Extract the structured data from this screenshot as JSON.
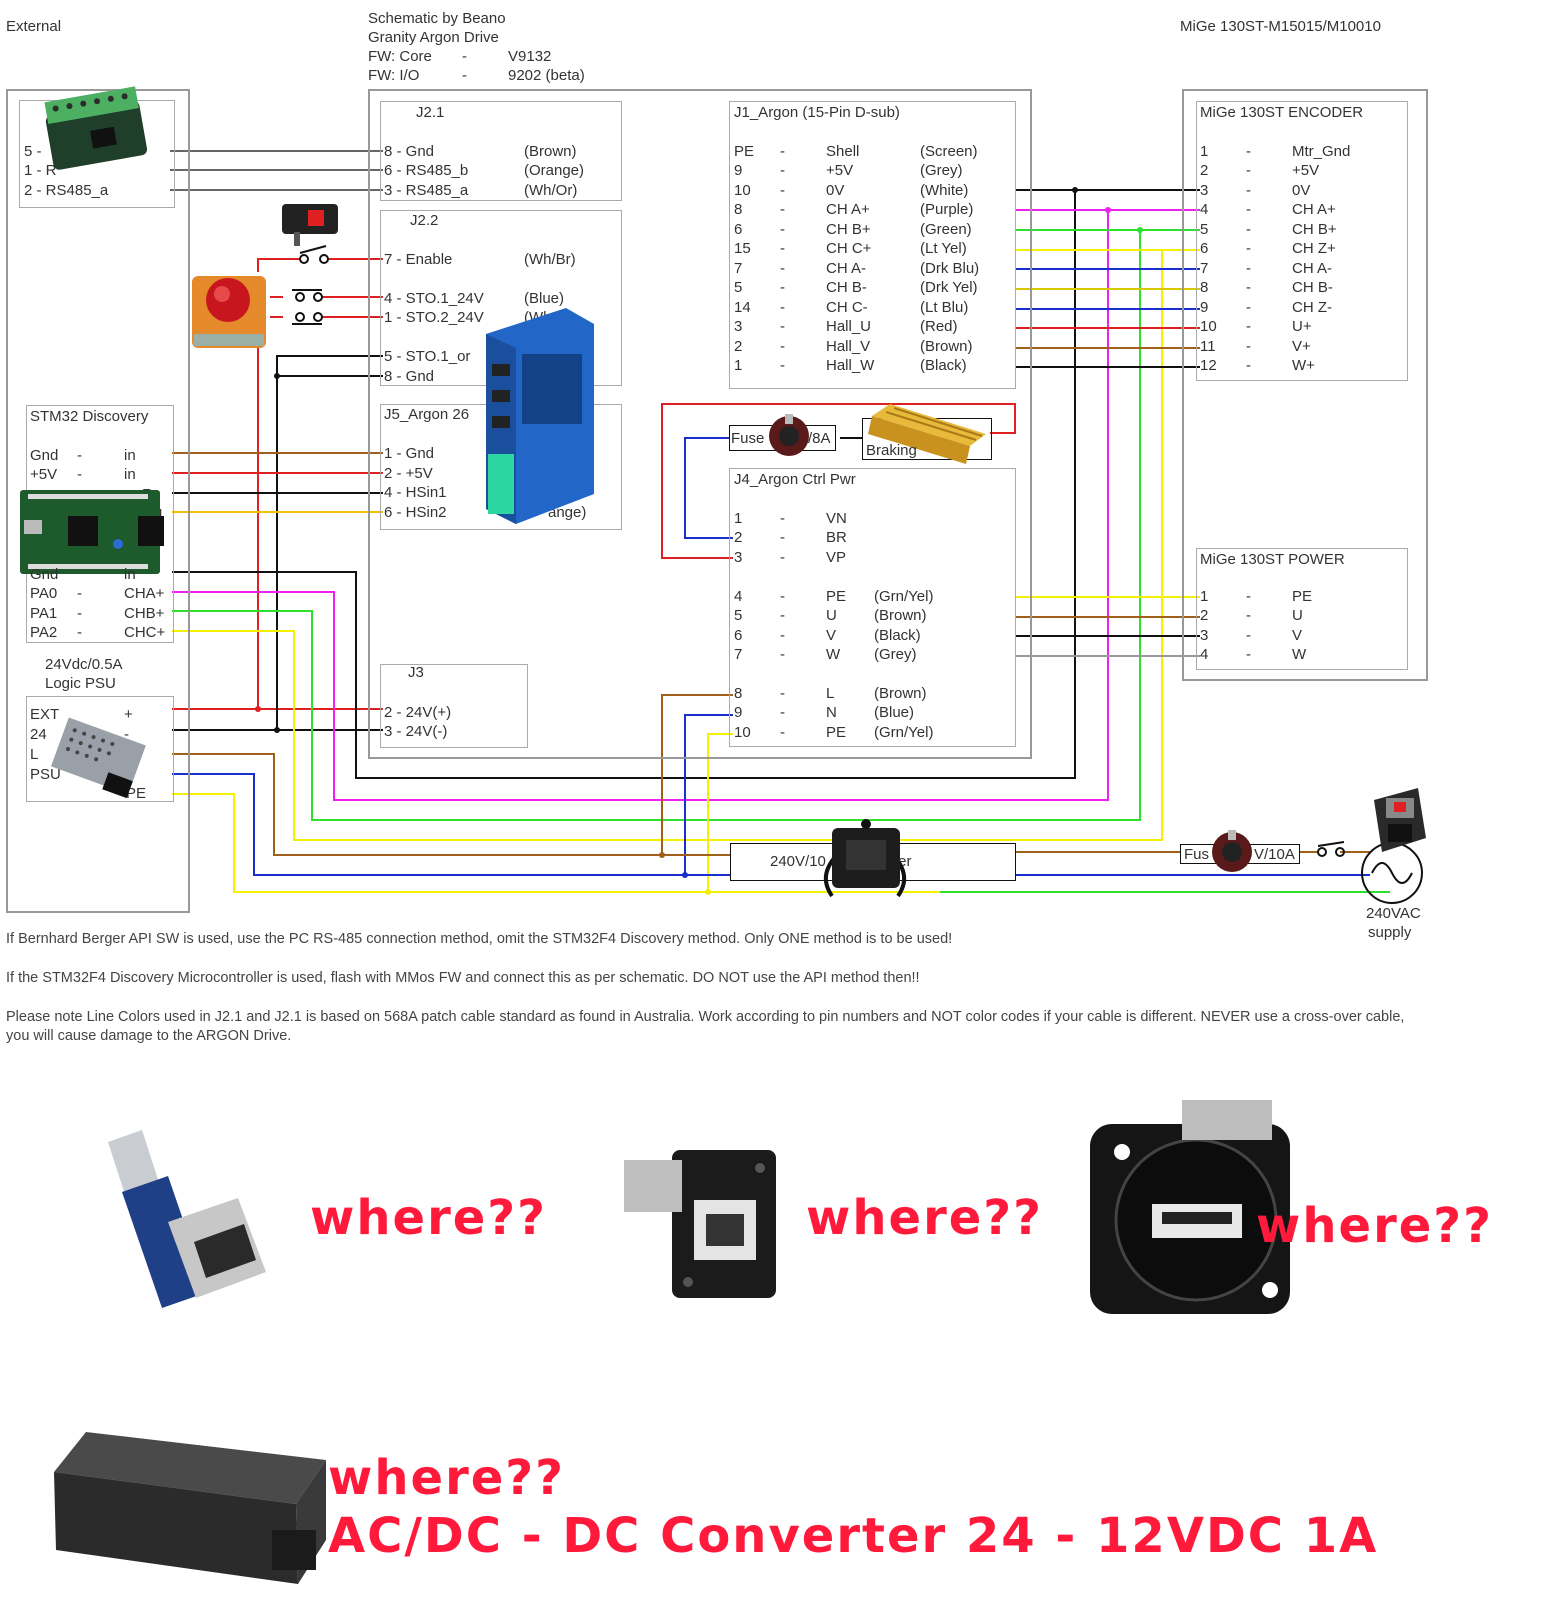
{
  "header": {
    "left_label": "External",
    "credit": "Schematic by Beano",
    "drive": "Granity Argon Drive",
    "fw_core_label": "FW: Core",
    "fw_core_dash": "-",
    "fw_core_value": "V9132",
    "fw_io_label": "FW: I/O",
    "fw_io_dash": "-",
    "fw_io_value": "9202 (beta)",
    "motor_model": "MiGe 130ST-M15015/M10010"
  },
  "left_panel": {
    "api_rows": [
      "5 -",
      "1 - R",
      "2 - RS485_a"
    ],
    "stm32_title": "STM32 Discovery",
    "stm32_rows": [
      {
        "pin": "Gnd",
        "dir": "in"
      },
      {
        "pin": "+5V",
        "dir": "in"
      },
      {
        "pin": "Gnd",
        "dir": "in"
      },
      {
        "pin": "PA0",
        "dir": "CHA+"
      },
      {
        "pin": "PA1",
        "dir": "CHB+"
      },
      {
        "pin": "PA2",
        "dir": "CHC+"
      }
    ],
    "stm32_partial": [
      "R",
      "M"
    ],
    "psu_title_1": "24Vdc/0.5A",
    "psu_title_2": "Logic PSU",
    "psu_rows": [
      "EXT",
      "24",
      "L",
      "PSU"
    ],
    "psu_plus": "+",
    "psu_minus": "-",
    "psu_pe": "PE"
  },
  "j21": {
    "title": "J2.1",
    "rows": [
      {
        "pin": "8 - Gnd",
        "color": "(Brown)"
      },
      {
        "pin": "6 - RS485_b",
        "color": "(Orange)"
      },
      {
        "pin": "3 - RS485_a",
        "color": "(Wh/Or)"
      }
    ]
  },
  "j22": {
    "title": "J2.2",
    "rows": [
      {
        "pin": "7 - Enable",
        "color": "(Wh/Br)"
      },
      {
        "pin": "4 - STO.1_24V",
        "color": "(Blue)"
      },
      {
        "pin": "1 - STO.2_24V",
        "color": "(Wh"
      },
      {
        "pin": "5 - STO.1_or",
        "color": ""
      },
      {
        "pin": "8 - Gnd",
        "color": ""
      }
    ]
  },
  "j5": {
    "title": "J5_Argon 26",
    "rows": [
      {
        "pin": "1 - Gnd",
        "color": ""
      },
      {
        "pin": "2 - +5V",
        "color": ""
      },
      {
        "pin": "4 - HSin1",
        "color": ""
      },
      {
        "pin": "6 - HSin2",
        "color": "ange)"
      }
    ]
  },
  "j3": {
    "title": "J3",
    "rows": [
      "2 - 24V(+)",
      "3 - 24V(-)"
    ]
  },
  "j1": {
    "title": "J1_Argon (15-Pin D-sub)",
    "rows": [
      {
        "pin": "PE",
        "name": "Shell",
        "color": "(Screen)"
      },
      {
        "pin": "9",
        "name": "+5V",
        "color": "(Grey)"
      },
      {
        "pin": "10",
        "name": "0V",
        "color": "(White)"
      },
      {
        "pin": "8",
        "name": "CH A+",
        "color": "(Purple)"
      },
      {
        "pin": "6",
        "name": "CH B+",
        "color": "(Green)"
      },
      {
        "pin": "15",
        "name": "CH C+",
        "color": "(Lt Yel)"
      },
      {
        "pin": "7",
        "name": "CH A-",
        "color": "(Drk Blu)"
      },
      {
        "pin": "5",
        "name": "CH B-",
        "color": "(Drk Yel)"
      },
      {
        "pin": "14",
        "name": "CH C-",
        "color": "(Lt Blu)"
      },
      {
        "pin": "3",
        "name": "Hall_U",
        "color": "(Red)"
      },
      {
        "pin": "2",
        "name": "Hall_V",
        "color": "(Brown)"
      },
      {
        "pin": "1",
        "name": "Hall_W",
        "color": "(Black)"
      }
    ]
  },
  "j4": {
    "title": "J4_Argon Ctrl Pwr",
    "rows": [
      {
        "pin": "1",
        "name": "VN",
        "color": ""
      },
      {
        "pin": "2",
        "name": "BR",
        "color": ""
      },
      {
        "pin": "3",
        "name": "VP",
        "color": ""
      },
      {
        "pin": "4",
        "name": "PE",
        "color": "(Grn/Yel)"
      },
      {
        "pin": "5",
        "name": "U",
        "color": "(Brown)"
      },
      {
        "pin": "6",
        "name": "V",
        "color": "(Black)"
      },
      {
        "pin": "7",
        "name": "W",
        "color": "(Grey)"
      },
      {
        "pin": "8",
        "name": "L",
        "color": "(Brown)"
      },
      {
        "pin": "9",
        "name": "N",
        "color": "(Blue)"
      },
      {
        "pin": "10",
        "name": "PE",
        "color": "(Grn/Yel)"
      }
    ]
  },
  "encoder": {
    "title": "MiGe 130ST ENCODER",
    "rows": [
      {
        "pin": "1",
        "name": "Mtr_Gnd"
      },
      {
        "pin": "2",
        "name": "+5V"
      },
      {
        "pin": "3",
        "name": "0V"
      },
      {
        "pin": "4",
        "name": "CH A+"
      },
      {
        "pin": "5",
        "name": "CH B+"
      },
      {
        "pin": "6",
        "name": "CH Z+"
      },
      {
        "pin": "7",
        "name": "CH A-"
      },
      {
        "pin": "8",
        "name": "CH B-"
      },
      {
        "pin": "9",
        "name": "CH Z-"
      },
      {
        "pin": "10",
        "name": "U+"
      },
      {
        "pin": "11",
        "name": "V+"
      },
      {
        "pin": "12",
        "name": "W+"
      }
    ]
  },
  "power": {
    "title": "MiGe 130ST POWER",
    "rows": [
      {
        "pin": "1",
        "name": "PE"
      },
      {
        "pin": "2",
        "name": "U"
      },
      {
        "pin": "3",
        "name": "V"
      },
      {
        "pin": "4",
        "name": "W"
      }
    ]
  },
  "labels": {
    "dash": "-",
    "fuse_small": "Fuse",
    "fuse_small_rating": "/8A",
    "braking": "Braking",
    "filter_left": "240V/10",
    "filter_right": "ter",
    "fuse_main": "Fus",
    "fuse_main_rating": "V/10A",
    "supply_1": "240VAC",
    "supply_2": "supply"
  },
  "notes": [
    "If Bernhard Berger API SW is used, use the PC RS-485 connection method, omit the STM32F4 Discovery method. Only ONE method is to be used!",
    "If the STM32F4 Discovery Microcontroller is used, flash with MMos FW and connect this as per schematic. DO NOT use the API method then!!",
    "Please note Line Colors used in J2.1 and J2.1 is based on 568A patch cable standard as found in Australia. Work according to pin numbers and NOT color codes if your cable is different. NEVER use a cross-over cable, you will cause damage to the ARGON Drive."
  ],
  "questions": {
    "q1": "where??",
    "q2": "where??",
    "q3": "where??",
    "q4": "where??",
    "converter": "AC/DC - DC Converter 24 - 12VDC 1A"
  },
  "colors": {
    "question_red": "#ff1a3c",
    "wire_black": "#111111",
    "wire_grey": "#999999",
    "wire_red": "#e02020",
    "wire_brown": "#a0601a",
    "wire_blue": "#1a2fd0",
    "wire_yellow": "#f3f000",
    "wire_green": "#2ce02c",
    "wire_magenta": "#f020f0"
  }
}
